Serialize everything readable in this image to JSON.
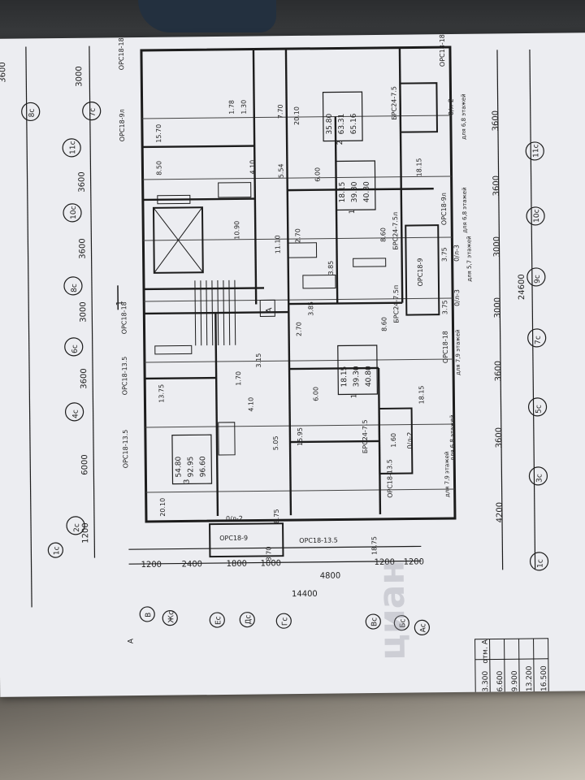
{
  "floor_plan": {
    "sheet_label": "3600",
    "axes_top": [
      "8c",
      "7c",
      "11c",
      "10c",
      "8c",
      "6c",
      "4c",
      "2c",
      "1c"
    ],
    "axes_bottom": [
      "11c",
      "10c",
      "9c",
      "7c",
      "5c",
      "3c",
      "1c"
    ],
    "axes_side": [
      "В",
      "Жс",
      "Ес",
      "Дс",
      "Гс",
      "Вс",
      "Бс",
      "Ас",
      "А"
    ],
    "spans_top": [
      "3000",
      "3600",
      "3600",
      "3000",
      "3600",
      "6000",
      "1200"
    ],
    "spans_bottom": [
      "3600",
      "3600",
      "3000",
      "3000",
      "3600",
      "3600",
      "4200"
    ],
    "overall_bottom": "24600",
    "overall_side": "14400",
    "spans_side": [
      "1200",
      "2400",
      "1800",
      "1000",
      "4800",
      "1200",
      "1200"
    ],
    "wall_labels": [
      "ОРС18-18",
      "ОРС18-9л",
      "ОРС18-18",
      "ОРС18-13.5",
      "ОРС18-13.5",
      "ОРС18-9",
      "ОРС18-13.5",
      "ОРС18-18",
      "ОРС18-9л",
      "ОРС18-9",
      "ОРС18-18",
      "ОРС18-13.5",
      "БРС24-7.5",
      "БРС24-7.5п",
      "БРС24-7.5л",
      "БРС24-7.5",
      "0/л-2",
      "0/л-3",
      "0/л-3",
      "0/л-2",
      "0/л-2"
    ],
    "room_areas": [
      "15.70",
      "8.50",
      "10.90",
      "11.10",
      "13.75",
      "20.10",
      "1.70",
      "3.15",
      "4.10",
      "5.05",
      "8.75",
      "3.70",
      "20.10",
      "7.70",
      "6.00",
      "2.70",
      "2.70",
      "3.85",
      "3.85",
      "18.15",
      "18.15",
      "6.00",
      "15.95",
      "18.75",
      "1.30",
      "1.78",
      "5.54",
      "4.10",
      "1.60",
      "8.60",
      "8.60",
      "3.75",
      "3.75"
    ],
    "apartments": [
      {
        "count": "3",
        "area1": "54.80",
        "area2": "92.95",
        "area3": "96.60"
      },
      {
        "count": "2",
        "area1": "35.80",
        "area2": "63.31",
        "area3": "65.16"
      },
      {
        "count": "1",
        "area1": "18.15",
        "area2": "39.30",
        "area3": "40.80"
      },
      {
        "count": "1",
        "area1": "18.15",
        "area2": "39.30",
        "area3": "40.80"
      }
    ],
    "floor_notes": [
      "для 6,8 этажей",
      "для 6,8 этажей",
      "для 5,7 этажей",
      "для 7,9 этажей",
      "для 6,8 этажей",
      "для 7,9 этажей"
    ],
    "section_mark": "1",
    "stair_mark": "А",
    "level_table": {
      "header": "отм. А",
      "rows": [
        "3.300",
        "6.600",
        "9.900",
        "13.200",
        "16.500"
      ]
    },
    "watermark": "циан"
  }
}
